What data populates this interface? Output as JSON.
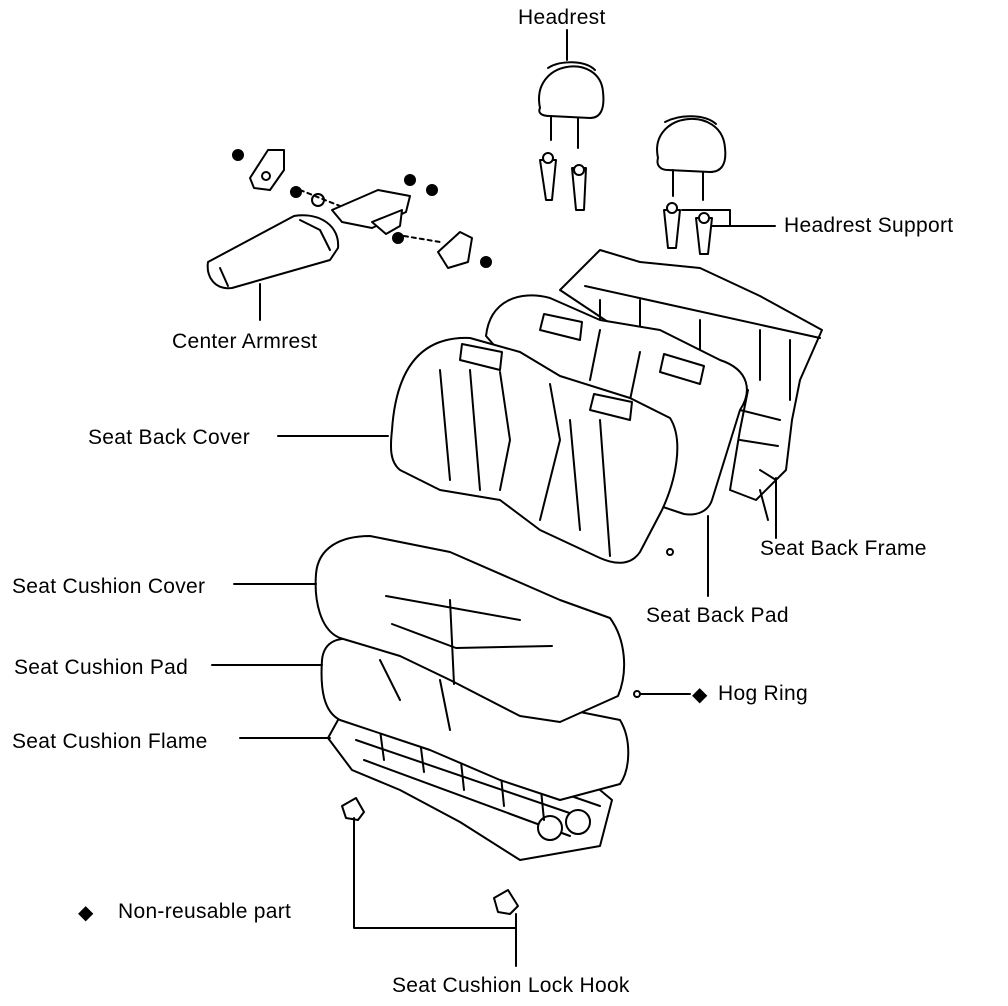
{
  "labels": {
    "headrest": "Headrest",
    "headrest_support": "Headrest Support",
    "center_armrest": "Center Armrest",
    "seat_back_cover": "Seat Back Cover",
    "seat_back_frame": "Seat Back Frame",
    "seat_back_pad": "Seat Back Pad",
    "seat_cushion_cover": "Seat Cushion Cover",
    "seat_cushion_pad": "Seat Cushion Pad",
    "seat_cushion_flame": "Seat Cushion Flame",
    "hog_ring": "Hog Ring",
    "non_reusable_part": "Non-reusable part",
    "seat_cushion_lock_hook": "Seat Cushion Lock Hook"
  },
  "symbols": {
    "non_reusable": "◆"
  },
  "colors": {
    "ink": "#000000",
    "paper": "#ffffff"
  }
}
